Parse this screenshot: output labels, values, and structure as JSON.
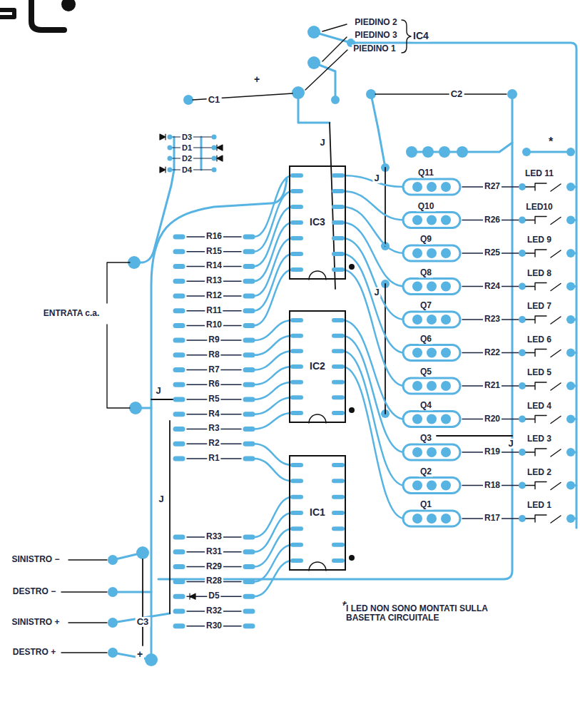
{
  "diagram": {
    "nodes": [
      {
        "text": [
          "IC3"
        ]
      },
      {
        "text": [
          "IC2"
        ]
      },
      {
        "text": [
          "IC1"
        ]
      }
    ],
    "labels": [
      "PIEDINO 2",
      "PIEDINO 3",
      "PIEDINO 1",
      "IC4",
      "+",
      "C1",
      "C2",
      "J",
      "J",
      "J",
      "D3",
      "D1",
      "D2",
      "D4",
      "*",
      "Q11",
      "Q10",
      "Q9",
      "Q8",
      "Q7",
      "Q6",
      "Q5",
      "Q4",
      "Q3",
      "Q2",
      "Q1",
      "R27",
      "R26",
      "R25",
      "R24",
      "R23",
      "R22",
      "R21",
      "R20",
      "R19",
      "R18",
      "R17",
      "LED 11",
      "LED10",
      "LED 9",
      "LED 8",
      "LED 7",
      "LED 6",
      "LED 5",
      "LED 4",
      "LED 3",
      "LED 2",
      "LED 1",
      "ENTRATA c.a.",
      "R16",
      "R15",
      "R14",
      "R13",
      "R12",
      "R11",
      "R10",
      "R9",
      "R8",
      "R7",
      "R6",
      "R5",
      "R4",
      "R3",
      "R2",
      "R1",
      "J",
      "J",
      "J",
      "R33",
      "R31",
      "R29",
      "R28",
      "D5",
      "R32",
      "R30",
      "C3",
      "+",
      "SINISTRO −",
      "DESTRO −",
      "SINISTRO +",
      "DESTRO +",
      "*",
      "I LED NON SONO MONTATI SULLA BASETTA CIRCUITALE"
    ]
  }
}
